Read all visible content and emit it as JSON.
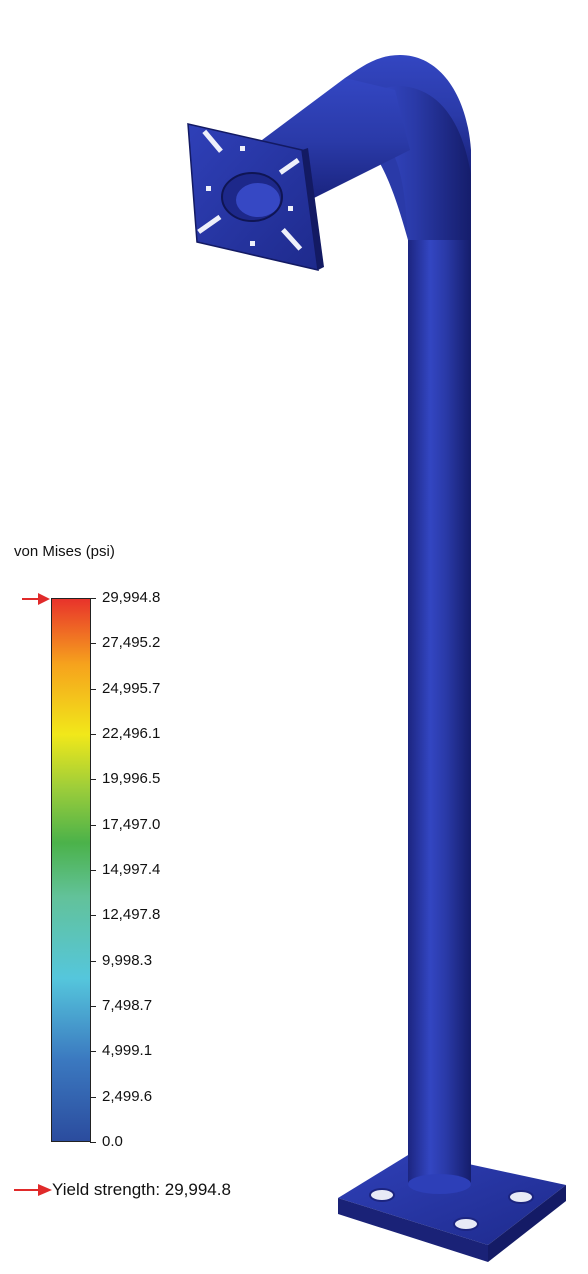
{
  "legend": {
    "title": "von Mises (psi)",
    "ticks": [
      "29,994.8",
      "27,495.2",
      "24,995.7",
      "22,496.1",
      "19,996.5",
      "17,497.0",
      "14,997.4",
      "12,497.8",
      "9,998.3",
      "7,498.7",
      "4,999.1",
      "2,499.6",
      "0.0"
    ],
    "yield_label": "Yield strength: 29,994.8",
    "arrow_color": "#e02a2a"
  },
  "colors": {
    "model_blue": "#2a3aa8",
    "scale_low": "#2b4c9e",
    "scale_high": "#e8332b"
  }
}
